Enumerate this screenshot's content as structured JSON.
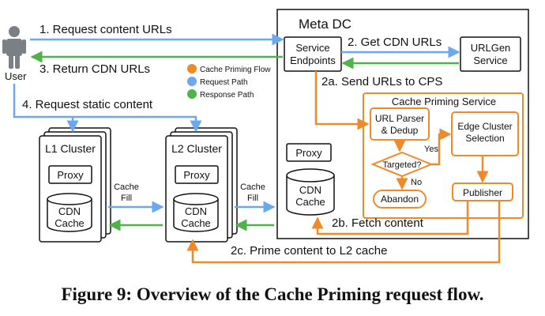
{
  "colors": {
    "blue": "#6aa9ef",
    "green": "#4fb24a",
    "orange": "#ef8a2a",
    "stroke": "#111111"
  },
  "actors": {
    "user": "User"
  },
  "flows": {
    "step1": "1. Request content URLs",
    "step2": "2. Get CDN URLs",
    "step3": "3. Return CDN URLs",
    "step4": "4. Request static content",
    "step2a": "2a. Send URLs to CPS",
    "step2b": "2b. Fetch content",
    "step2c": "2c. Prime content to L2 cache"
  },
  "legend": {
    "cache_priming": "Cache Priming Flow",
    "request": "Request Path",
    "response": "Response Path"
  },
  "meta_dc": {
    "title": "Meta DC",
    "service_endpoints_line1": "Service",
    "service_endpoints_line2": "Endpoints",
    "urlgen_line1": "URLGen",
    "urlgen_line2": "Service",
    "proxy": "Proxy",
    "cdn_line1": "CDN",
    "cdn_line2": "Cache"
  },
  "cps": {
    "title": "Cache Priming Service",
    "parser_line1": "URL Parser",
    "parser_line2": "& Dedup",
    "targeted": "Targeted?",
    "yes": "Yes",
    "no": "No",
    "abandon": "Abandon",
    "edge_line1": "Edge Cluster",
    "edge_line2": "Selection",
    "publisher": "Publisher"
  },
  "l1": {
    "title": "L1 Cluster",
    "proxy": "Proxy",
    "cdn_line1": "CDN",
    "cdn_line2": "Cache"
  },
  "l2": {
    "title": "L2 Cluster",
    "proxy": "Proxy",
    "cdn_line1": "CDN",
    "cdn_line2": "Cache"
  },
  "cache_fill": {
    "line1": "Cache",
    "line2": "Fill"
  },
  "caption": "Figure 9: Overview of the Cache Priming request flow."
}
